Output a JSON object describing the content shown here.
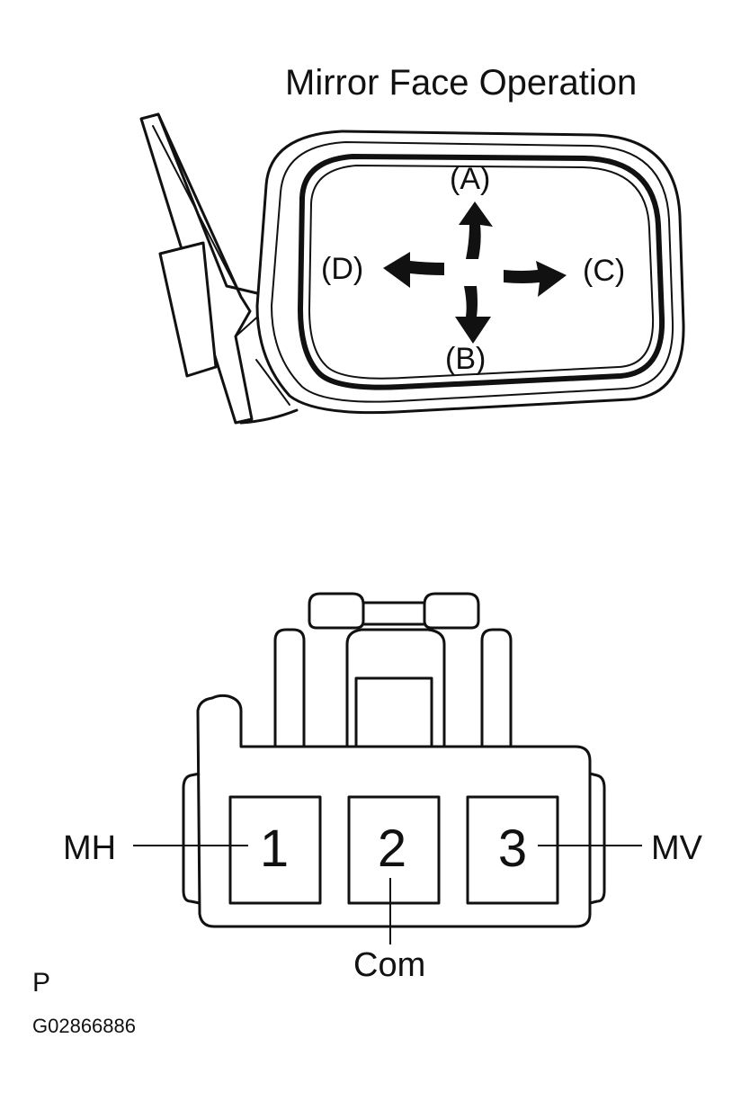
{
  "title": "Mirror Face Operation",
  "mirror": {
    "directions": {
      "up": "(A)",
      "down": "(B)",
      "right": "(C)",
      "left": "(D)"
    }
  },
  "connector": {
    "pins": [
      {
        "number": "1",
        "signal": "MH"
      },
      {
        "number": "2",
        "signal": "Com"
      },
      {
        "number": "3",
        "signal": "MV"
      }
    ]
  },
  "footer": {
    "marker": "P",
    "figure_code": "G02866886"
  }
}
